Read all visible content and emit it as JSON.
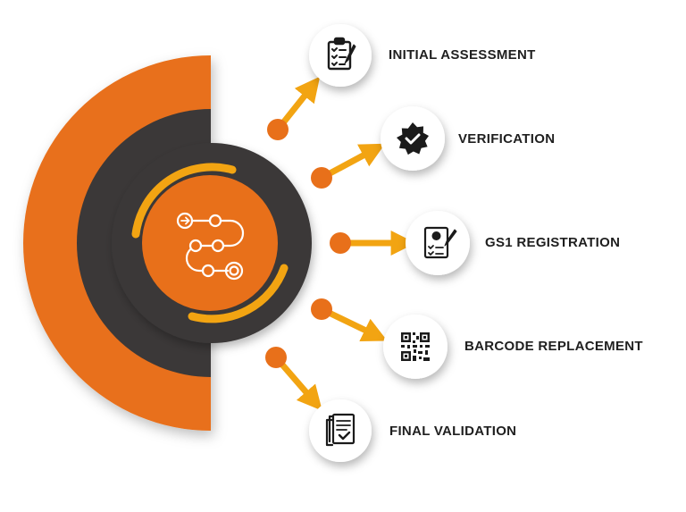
{
  "colors": {
    "orange": "#E8701A",
    "dark_gray": "#3A3838",
    "amber": "#F2A412",
    "icon_black": "#1b1b1b",
    "circle_white": "#ffffff"
  },
  "center": {
    "icon": "process-flow-icon"
  },
  "steps": [
    {
      "label": "INITIAL ASSESSMENT",
      "icon": "clipboard-checklist-icon"
    },
    {
      "label": "VERIFICATION",
      "icon": "verified-badge-icon"
    },
    {
      "label": "GS1 REGISTRATION",
      "icon": "registration-form-icon"
    },
    {
      "label": "BARCODE REPLACEMENT",
      "icon": "qr-code-icon"
    },
    {
      "label": "FINAL VALIDATION",
      "icon": "validated-documents-icon"
    }
  ]
}
